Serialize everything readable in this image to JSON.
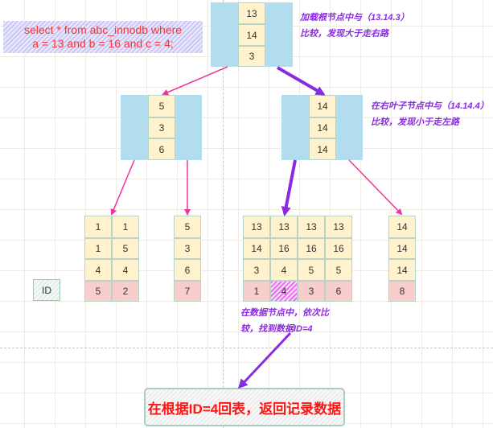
{
  "sql_note": {
    "line1": "select * from abc_innodb where",
    "line2": "a = 13 and b = 16 and c = 4;"
  },
  "root_node": {
    "keys": [
      "13",
      "14",
      "3"
    ]
  },
  "internal_nodes": [
    {
      "keys": [
        "5",
        "3",
        "6"
      ]
    },
    {
      "keys": [
        "14",
        "14",
        "14"
      ]
    }
  ],
  "leaf_nodes": [
    {
      "columns": [
        [
          "1",
          "1",
          "4",
          "5"
        ],
        [
          "1",
          "5",
          "4",
          "2"
        ]
      ]
    },
    {
      "columns": [
        [
          "5",
          "3",
          "6",
          "7"
        ]
      ]
    },
    {
      "columns": [
        [
          "13",
          "14",
          "3",
          "1"
        ],
        [
          "13",
          "16",
          "4",
          "4"
        ],
        [
          "13",
          "16",
          "5",
          "3"
        ],
        [
          "13",
          "16",
          "5",
          "6"
        ]
      ],
      "highlight": {
        "column": 1,
        "row": 3
      }
    },
    {
      "columns": [
        [
          "14",
          "14",
          "14",
          "8"
        ]
      ]
    }
  ],
  "annotations": {
    "root": {
      "line1": "加载根节点中与（13.14.3）",
      "line2": "比较，发现大于走右路"
    },
    "right_internal": {
      "line1": "在右叶子节点中与（14.14.4）",
      "line2": "比较，发现小于走左路"
    },
    "data_node": {
      "line1": "在数据节点中，依次比",
      "line2": "较，找到数据ID=4"
    }
  },
  "legend": {
    "id_label": "ID"
  },
  "result": {
    "text": "在根据ID=4回表，返回记录数据"
  },
  "colors": {
    "path_arrow": "#8a2be2",
    "other_arrow": "#f0349b",
    "node_bg": "#b1ddef",
    "key_bg": "#fff2cc",
    "id_bg": "#f8cecc",
    "sql_text": "#ff3030",
    "result_text": "#ff1414"
  }
}
